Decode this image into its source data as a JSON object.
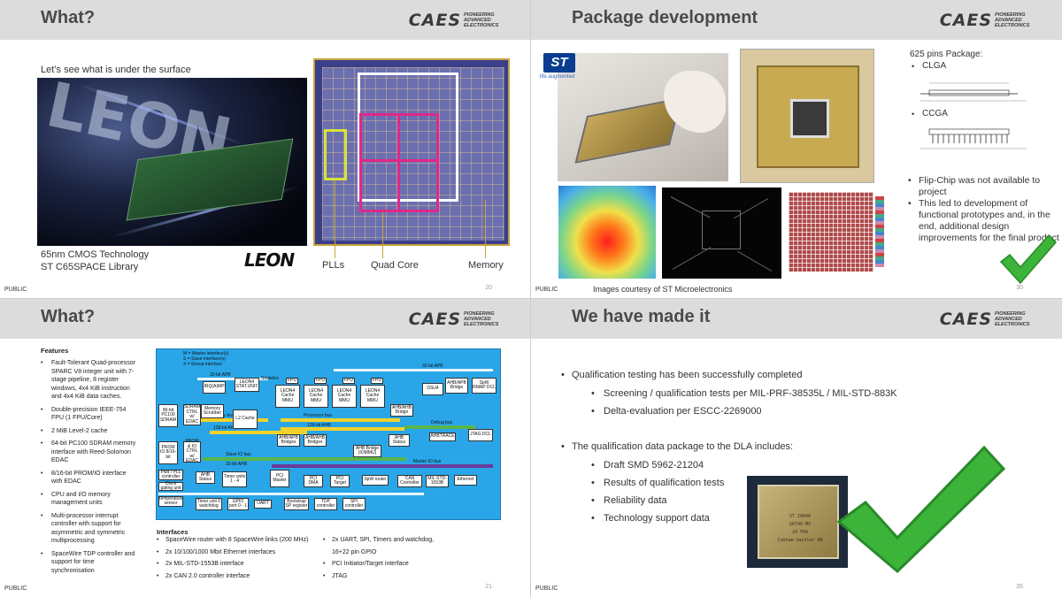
{
  "common": {
    "caes_word": "CAES",
    "caes_tag": "PIONEERING ADVANCED ELECTRONICS",
    "public_label": "PUBLIC"
  },
  "slide1": {
    "title": "What?",
    "intro": "Let’s see what is under the surface",
    "tech_line1": "65nm CMOS Technology",
    "tech_line2": "ST C65SPACE Library",
    "leon_logo": "LEON",
    "labels": {
      "plls": "PLLs",
      "quad_core": "Quad Core",
      "memory": "Memory"
    },
    "page": "20"
  },
  "slide2": {
    "title": "Package development",
    "st_logo": "ST",
    "st_sub": "life.augmented",
    "pins_title": "625 pins Package:",
    "pkg1": "CLGA",
    "pkg2": "CCGA",
    "notes": [
      "Flip-Chip was not available to project",
      "This led to development of functional prototypes and, in the end, additional design improvements for the final product"
    ],
    "credit": "Images courtesy of ST Microelectronics",
    "page": "30"
  },
  "slide3": {
    "title": "What?",
    "features_title": "Features",
    "features": [
      "Fault-Tolerant Quad-processor SPARC V8 integer unit with 7-stage pipeline, 8 register windows, 4x4 KiB instruction and 4x4 KiB data caches.",
      "Double-precision IEEE-754 FPU (1 FPU/Core)",
      "2 MiB Level-2 cache",
      "64-bit PC100 SDRAM memory interface with Reed-Solomon EDAC",
      "8/16-bit PROM/IO interface with EDAC",
      "CPU and I/O memory management units",
      "Multi-processor interrupt controller with support for asymmetric and symmetric multiprocessing",
      "SpaceWire TDP controller and support for time synchronisation"
    ],
    "diagram": {
      "legend": [
        "M = Master interface(s)",
        "S = Slave interface(s)",
        "X = Snoop interface"
      ],
      "bus_32apb_left": "32-bit APB",
      "bus_32apb_right": "32-bit APB",
      "bus_memory": "Memory bus",
      "bus_128ahb": "128-bit AHB",
      "bus_processor": "Processor bus",
      "bus_debug": "Debug bus",
      "bus_slave_io": "Slave IO bus",
      "bus_32ahb": "32-bit AHB",
      "bus_master_io": "Master IO bus",
      "blocks": {
        "irqamp": "IRQ(A)MP",
        "leon4stat": "LEON4 STAT.UNIT",
        "statistics": "Statistics",
        "leon4_1": "LEON4 Cache MMU",
        "leon4_2": "LEON4 Cache MMU",
        "leon4_3": "LEON4 Cache MMU",
        "leon4_4": "LEON4 Cache MMU",
        "fpu": "FPU",
        "dsu4": "DSU4",
        "ahbapb_top": "AHB/APB Bridge",
        "spwrmap": "SpW RMAP DCL",
        "memscrub": "Memory Scrubber",
        "l2cache": "L2 Cache",
        "ahbapb_mid1": "AHB/APB Bridges",
        "ahbapb_mid2": "AHB/AHB Bridges",
        "ahbahb_right": "AHB/AHB Bridge",
        "ahbstatus": "AHB Status",
        "ahbtrace": "AHBTRACE",
        "jtag": "JTAG DCL",
        "sdram_ctrl": "SDRAM CTRL w/ EDAC",
        "pc100": "96-bit PC100 SDRAM",
        "prom_ctrl": "PROM & IO CTRL w/ EDAC",
        "prom_io": "PROM IO 8/16-bit",
        "ahbbridge_iommu": "AHB Bridge (IOMMU)",
        "pwd_pll": "Pwd / PLL controller",
        "clk_gating": "Clock gating unit",
        "temp": "Temperature sensor",
        "ahb_status2": "AHB Status",
        "timer_units": "Timer units 1 - 4",
        "pci_master": "PCI Master",
        "pci_dma": "PCI DMA",
        "pci_target": "PCI Target",
        "spw_router": "SpW router",
        "can": "CAN Controller",
        "mil1553": "MIL-STD-1553B",
        "ethernet": "Ethernet",
        "timer0": "Timer unit 0 watchdog",
        "gpio": "GPIO port 0 - 1",
        "uart": "UART",
        "bootstrap": "Bootstrap SP register",
        "tdp": "TDP controller",
        "spi": "SPI controller"
      }
    },
    "interfaces_title": "Interfaces",
    "interfaces_left": [
      "SpaceWire router with 8 SpaceWire links (200 MHz)",
      "2x 10/100/1000 Mbit Ethernet interfaces",
      "2x MIL-STD-1553B interface",
      "2x CAN 2.0 controller interface"
    ],
    "interfaces_right": [
      "2x UART, SPI, Timers and watchdog,",
      "16+22 pin GPIO",
      "PCI Initiator/Target interface",
      "JTAG"
    ],
    "interfaces_right_markers": [
      "•",
      "",
      "•",
      "•"
    ],
    "page": "21"
  },
  "slide4": {
    "title": "We have made it",
    "qual_main": "Qualification testing has been successfully completed",
    "qual_sub1": "Screening / qualification tests per MIL-PRF-38535L / MIL-STD-883K",
    "qual_sub2": "Delta-evaluation per ESCC-2269000",
    "dla_main": "The qualification data package to the DLA includes:",
    "dla_items": [
      "Draft SMD 5962-21204",
      "Results of qualification tests",
      "Reliability data",
      "Technology support data"
    ],
    "chip_text": [
      "GR740-MS",
      "ST 2004A",
      "24  FRA",
      "Cobham Gaisler AB"
    ],
    "page": "35"
  },
  "colors": {
    "header_bg": "#dcdcdc",
    "check_green": "#3cb43a",
    "diagram_bg": "#2aa6e8"
  }
}
